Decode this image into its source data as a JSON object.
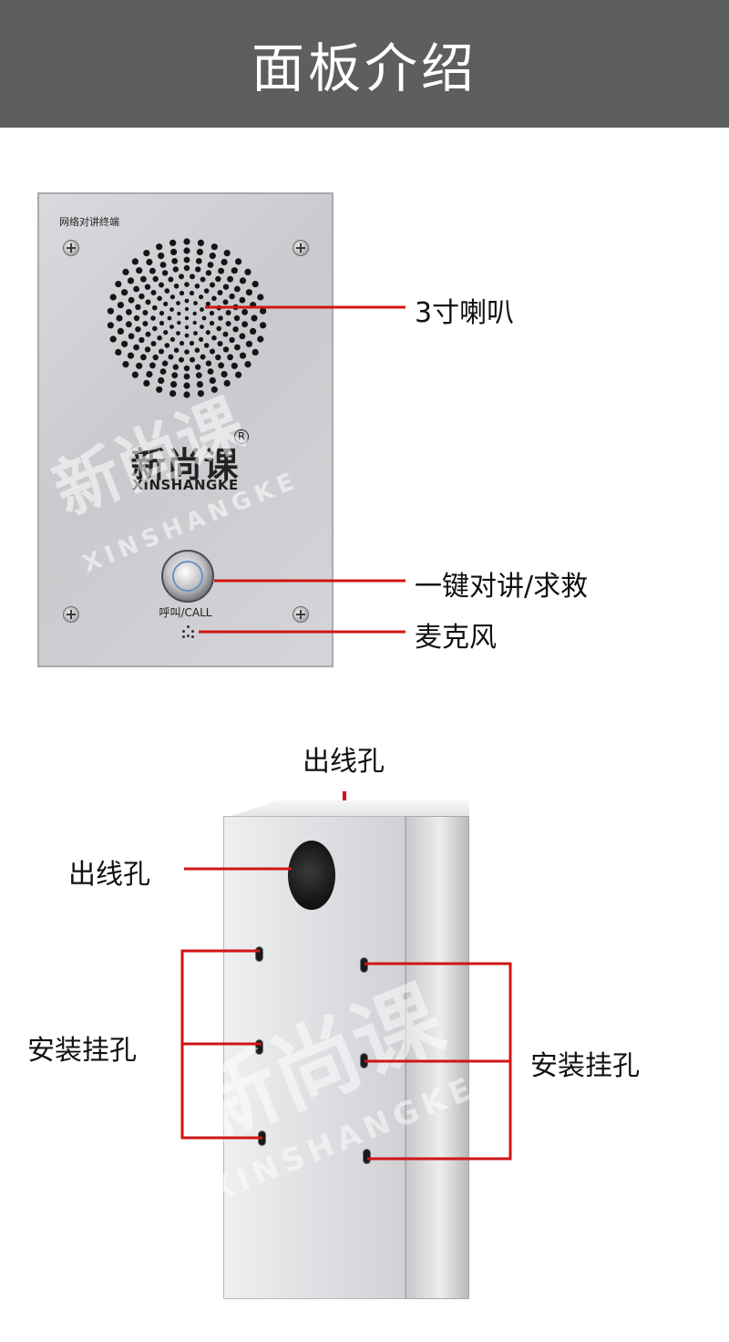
{
  "header": {
    "title": "面板介绍"
  },
  "panel": {
    "device_name": "网络对讲终端",
    "brand_cn": "新尚课",
    "brand_en": "XINSHANGKE",
    "call_label": "呼叫/CALL"
  },
  "callouts_top": {
    "speaker": "3寸喇叭",
    "button": "一键对讲/求救",
    "mic": "麦克风"
  },
  "callouts_bottom": {
    "top_cable_hole": "出线孔",
    "front_cable_hole": "出线孔",
    "mount_holes_left": "安装挂孔",
    "mount_holes_right": "安装挂孔"
  },
  "watermark": {
    "cn": "新尚课",
    "en": "XINSHANGKE"
  },
  "colors": {
    "header_bg": "#5e5e5e",
    "callout_line": "#d01515"
  }
}
